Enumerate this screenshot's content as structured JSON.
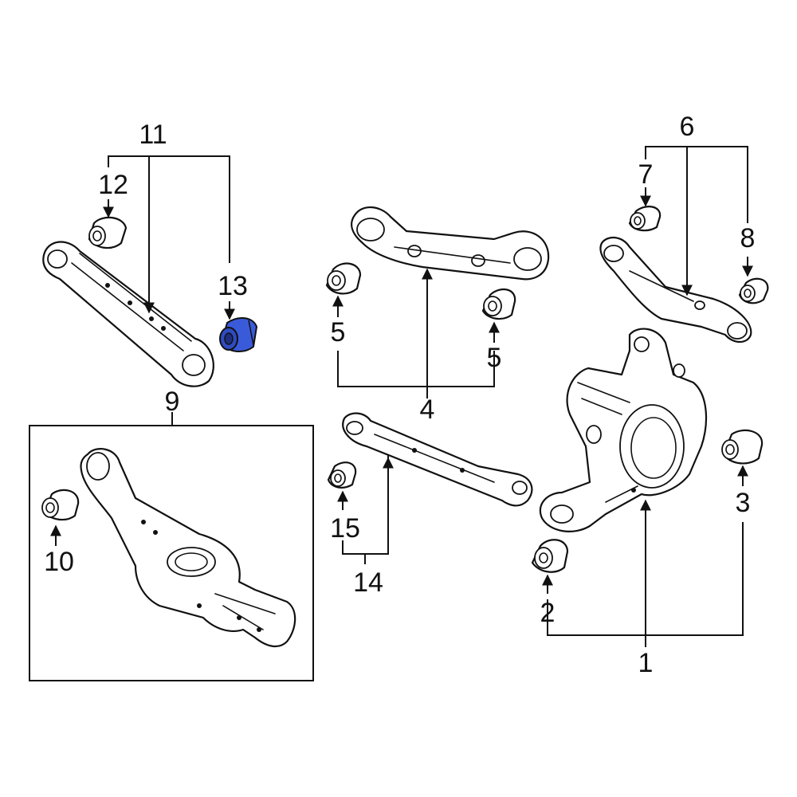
{
  "callouts": {
    "c1": "1",
    "c2": "2",
    "c3": "3",
    "c4": "4",
    "c5a": "5",
    "c5b": "5",
    "c6": "6",
    "c7": "7",
    "c8": "8",
    "c9": "9",
    "c10": "10",
    "c11": "11",
    "c12": "12",
    "c13": "13",
    "c14": "14",
    "c15": "15"
  },
  "colors": {
    "highlight_part": "#3a5bd9",
    "line": "#111111",
    "background": "#ffffff"
  },
  "highlighted_callout": "13"
}
